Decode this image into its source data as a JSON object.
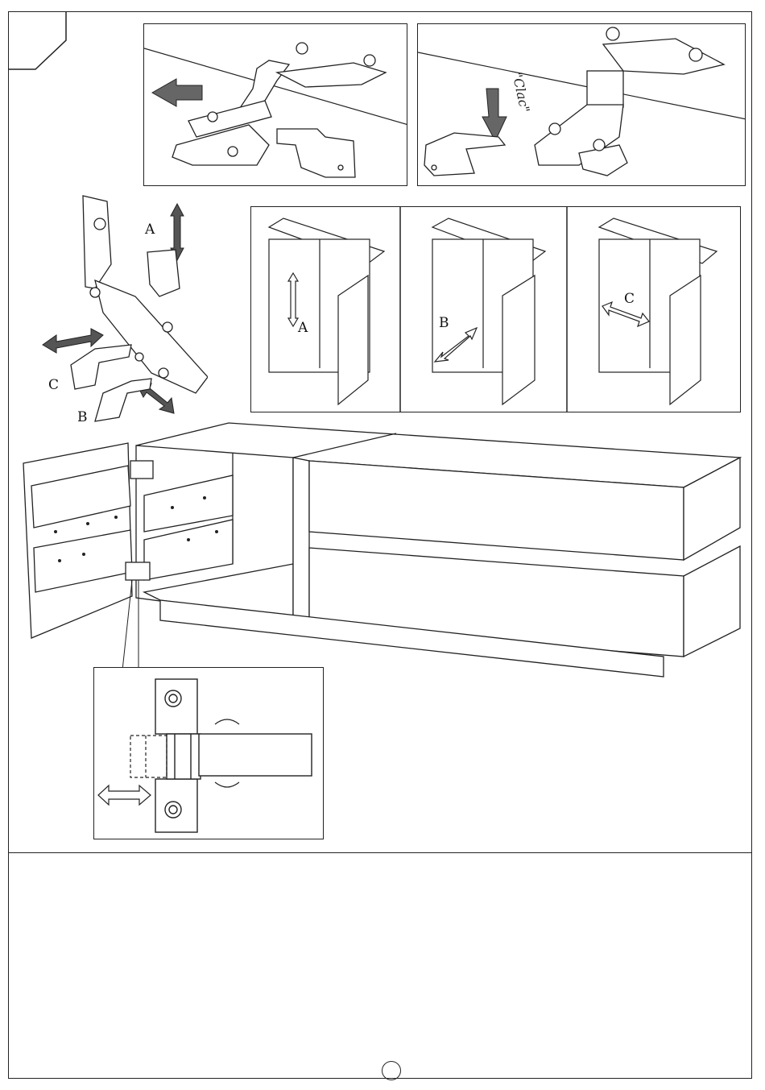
{
  "labels": {
    "a_hinge": "A",
    "b_hinge": "B",
    "c_hinge": "C",
    "a_door": "A",
    "b_door": "B",
    "c_door": "C",
    "clac": "\"Clac\""
  },
  "icons": {
    "hand": "pointing-hand-icon",
    "arrow": "direction-arrow-icon",
    "screw": "screw-icon"
  },
  "colors": {
    "line": "#222222",
    "background": "#ffffff"
  }
}
